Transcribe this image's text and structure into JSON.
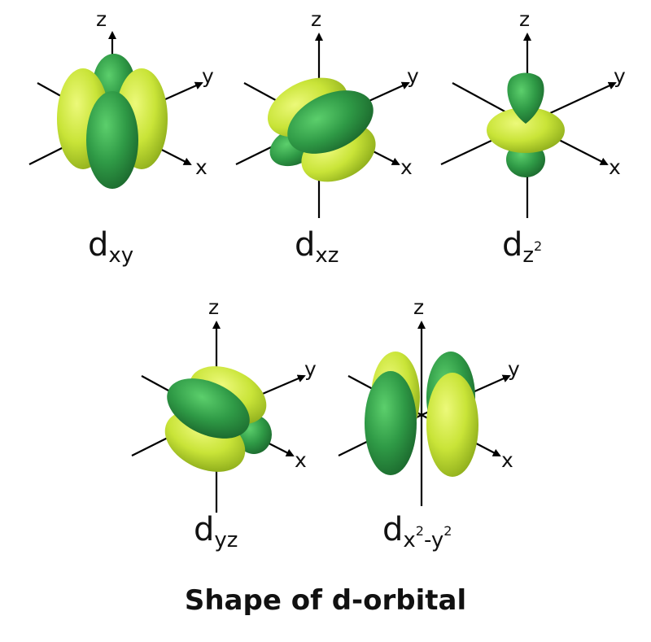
{
  "title": "Shape of d-orbital",
  "axis_labels": {
    "z": "z",
    "y": "y",
    "x": "x"
  },
  "orbitals": [
    {
      "main": "d",
      "sub": "xy",
      "sup": ""
    },
    {
      "main": "d",
      "sub": "xz",
      "sup": ""
    },
    {
      "main": "d",
      "sub": "z",
      "sup": "2"
    },
    {
      "main": "d",
      "sub": "yz",
      "sup": ""
    },
    {
      "main": "d",
      "sub": "x",
      "sup": "2",
      "sub2": "-y",
      "sup2": "2"
    }
  ],
  "colors": {
    "dark_green": "#2f9a46",
    "light_green": "#c9e438",
    "axis": "#000000"
  }
}
